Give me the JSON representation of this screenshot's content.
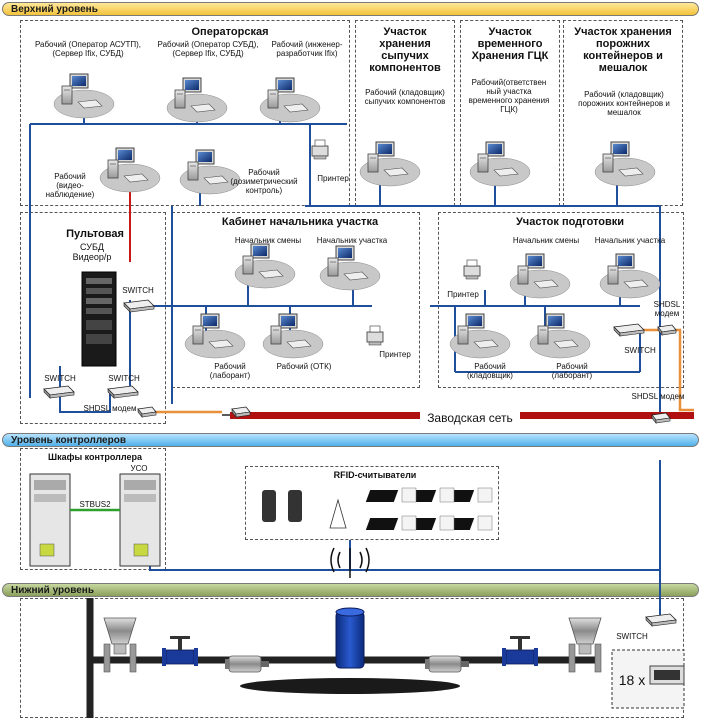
{
  "bands": {
    "top": "Верхний уровень",
    "controllers": "Уровень контроллеров",
    "bottom": "Нижний уровень"
  },
  "colors": {
    "top_band": "#f3c23a",
    "controllers_band": "#4fb0e8",
    "bottom_band": "#8aa05a",
    "network_line": "#1f4e9a",
    "factory_net": "#b01010",
    "shdsl_link": "#e8903a",
    "pult_link": "#c81818",
    "stbus_link": "#2ea02e"
  },
  "zones": {
    "operator": {
      "title": "Операторская",
      "ws1": "Рабочий (Оператор АСУТП), (Сервер Ifix, СУБД)",
      "ws2": "Рабочий (Оператор СУБД), (Сервер Ifix, СУБД)",
      "ws3": "Рабочий (инженер-разработчик Ifix)",
      "ws4": "Рабочий (видео-наблюдение)",
      "ws5": "Рабочий (дозиметрический контроль)",
      "printer": "Принтер"
    },
    "bulk": {
      "title": "Участок хранения сыпучих компонентов",
      "ws": "Рабочий (кладовщик) сыпучих компонентов"
    },
    "gck": {
      "title": "Участок временного Хранения ГЦК",
      "ws": "Рабочий(ответствен ный участка временного хранения ГЦК)"
    },
    "empty": {
      "title": "Участок хранения порожних контейнеров и мешалок",
      "ws": "Рабочий (кладовщик) порожних контейнеров и мешалок"
    },
    "pult": {
      "title": "Пультовая",
      "sub": "СУБД Видеор/р",
      "switch1": "SWITCH",
      "switch2": "SWITCH",
      "switch3": "SWITCH",
      "modem": "SHDSL модем"
    },
    "chief": {
      "title": "Кабинет начальника участка",
      "shift": "Начальник смены",
      "head": "Начальник участка",
      "lab": "Рабочий (лаборант)",
      "otk": "Рабочий (ОТК)",
      "printer": "Принтер"
    },
    "prep": {
      "title": "Участок подготовки",
      "shift": "Начальник смены",
      "head": "Начальник участка",
      "printer": "Принтер",
      "store": "Рабочий (кладовщик)",
      "lab": "Рабочий (лаборант)",
      "modem1": "SHDSL модем",
      "switch": "SWITCH",
      "modem2": "SHDSL модем"
    },
    "factory": "Заводская сеть",
    "cabinets": {
      "title": "Шкафы контроллера",
      "uso": "УСО",
      "stbus": "STBUS2"
    },
    "rfid": {
      "title": "RFID-считыватели"
    },
    "bottom": {
      "switch": "SWITCH",
      "count": "18 x"
    }
  }
}
